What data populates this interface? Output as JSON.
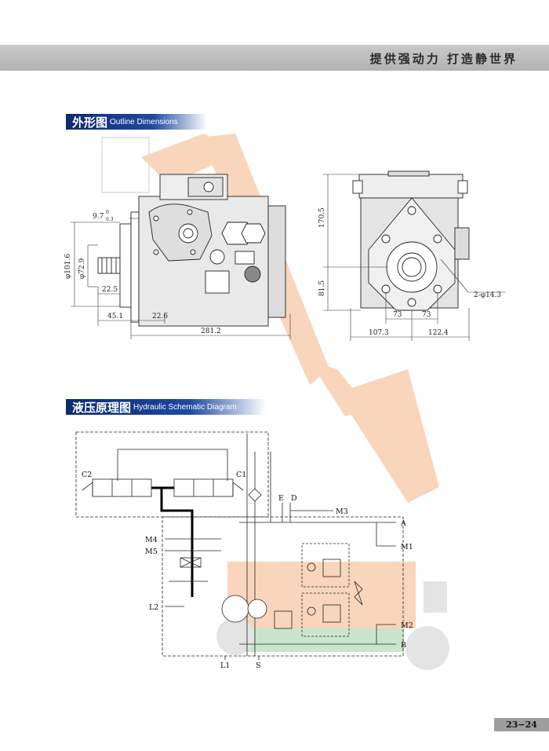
{
  "header": {
    "slogan": "提供强动力  打造静世界"
  },
  "sections": {
    "outline": {
      "title_cn": "外形图",
      "title_en": "Outline Dimensions"
    },
    "schematic": {
      "title_cn": "液压原理图",
      "title_en": "Hydraulic Schematic Diagram"
    }
  },
  "dimensions": {
    "side": {
      "tol": "9.7",
      "tol_up": "0",
      "tol_low": "0.3",
      "shaft_dia": "φ101.6",
      "pilot_dia": "φ72.9",
      "d1": "22.5",
      "d2": "45.1",
      "d3": "22.6",
      "total_length": "281.2"
    },
    "front": {
      "h_upper": "170.5",
      "h_lower": "81.5",
      "w_left": "73",
      "w_right": "73",
      "b_left": "107.3",
      "b_right": "122.4",
      "holes": "2-φ14.3"
    }
  },
  "schematic_labels": {
    "c2": "C2",
    "c1": "C1",
    "e": "E",
    "d": "D",
    "m3": "M3",
    "a": "A",
    "m1": "M1",
    "m4": "M4",
    "m5": "M5",
    "l2": "L2",
    "m2": "M2",
    "b": "B",
    "l1": "L1",
    "s": "S"
  },
  "footer": {
    "page_number": "23−24"
  },
  "colors": {
    "tab_blue": "#1e4a9f",
    "watermark_orange": "#f2a36b",
    "watermark_green": "#8fc99a"
  }
}
